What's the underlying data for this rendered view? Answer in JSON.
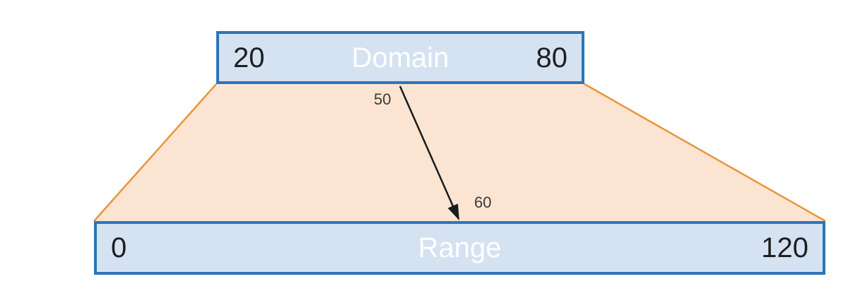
{
  "diagram": {
    "type": "scale-mapping",
    "domain_box": {
      "label": "Domain",
      "start": "20",
      "end": "80"
    },
    "range_box": {
      "label": "Range",
      "start": "0",
      "end": "120"
    },
    "mapping": {
      "source_value": "50",
      "target_value": "60"
    },
    "colors": {
      "box_fill": "#d4e2f2",
      "box_border": "#2e75b6",
      "box_label_text": "#ffffff",
      "number_text": "#1f1f1f",
      "trapezoid_fill": "#fbe5d2",
      "trapezoid_edge": "#e8953c",
      "arrow": "#1a1a1a",
      "small_label_text": "#3a3a3a",
      "background": "#ffffff"
    }
  }
}
